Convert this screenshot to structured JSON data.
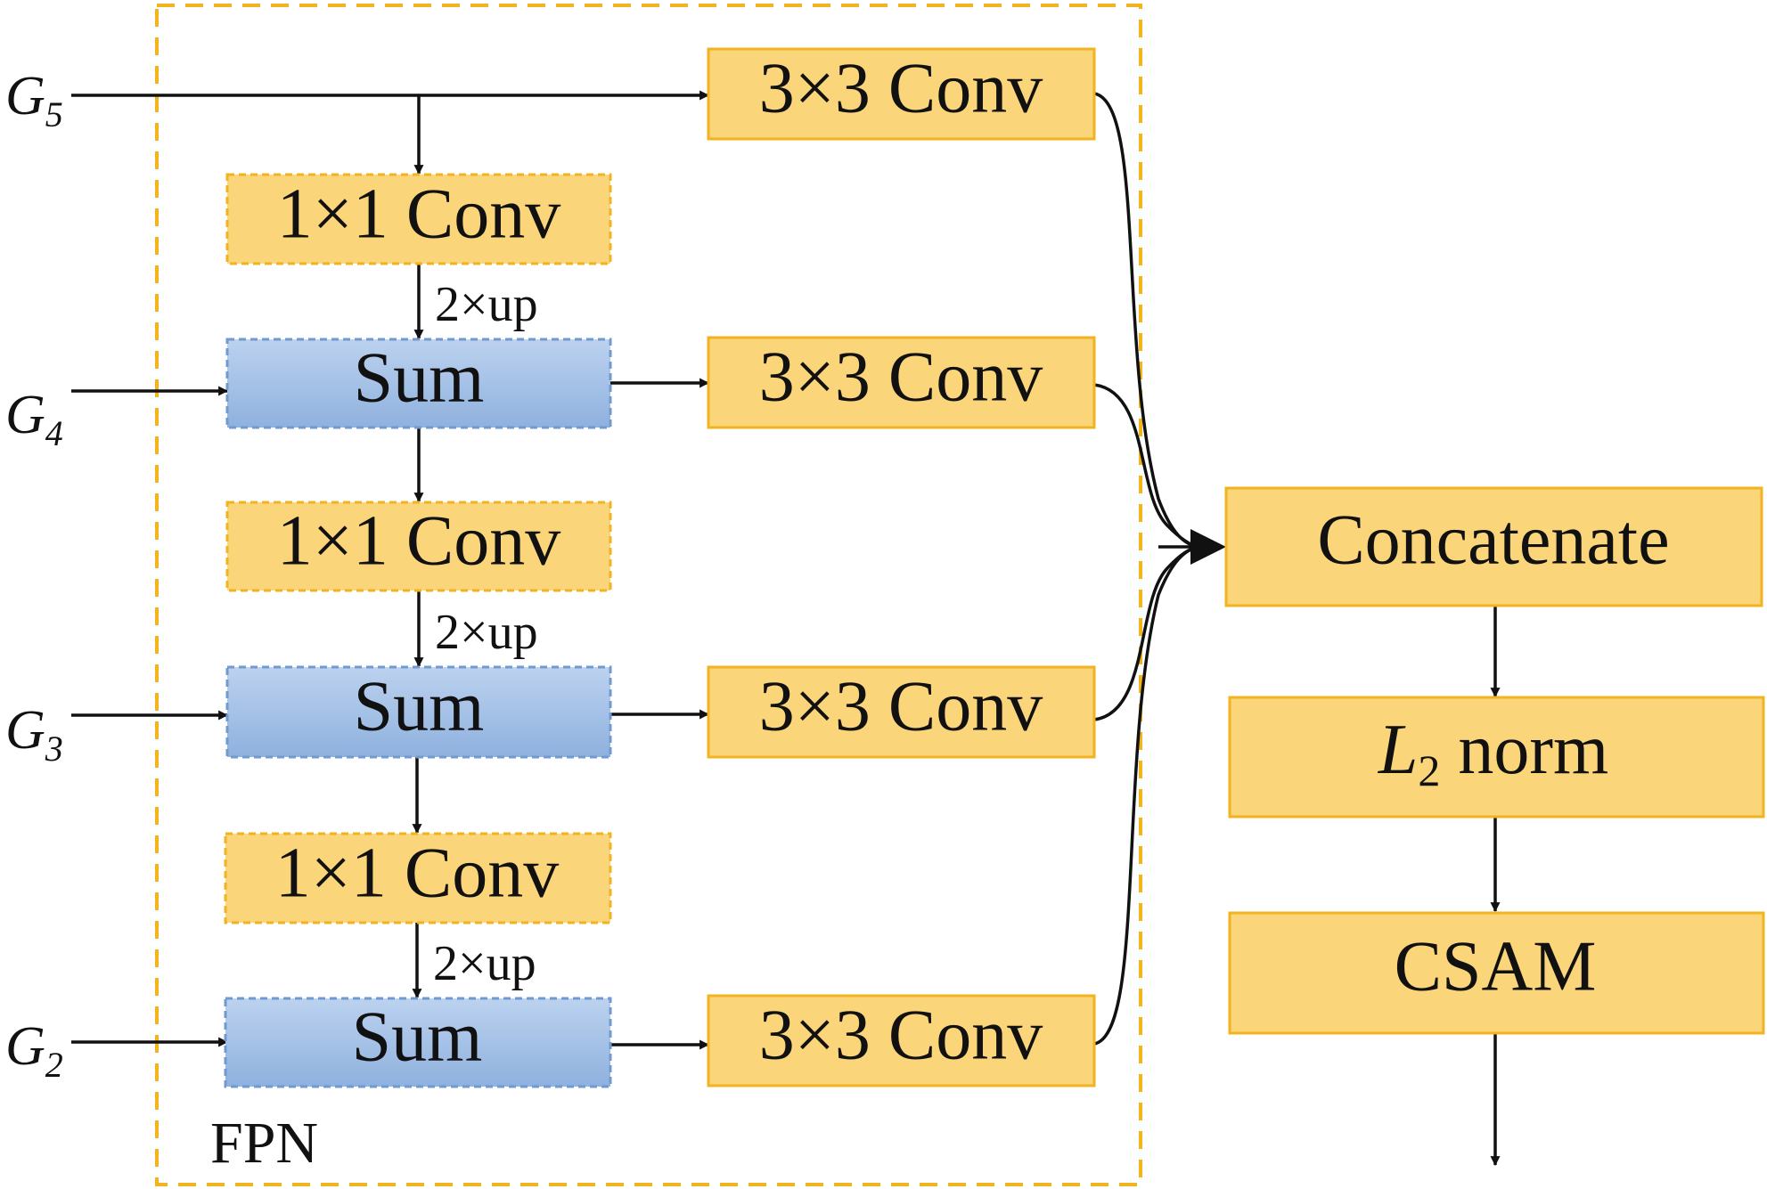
{
  "colors": {
    "orange_fill": "#fbd57a",
    "orange_border": "#f2b320",
    "blue_fill": "#a8c4e6",
    "blue_border": "#6f9ad2",
    "fpn_border": "#f2b320"
  },
  "fpn": {
    "label": "FPN"
  },
  "inputs": [
    {
      "letter": "G",
      "sub": "5"
    },
    {
      "letter": "G",
      "sub": "4"
    },
    {
      "letter": "G",
      "sub": "3"
    },
    {
      "letter": "G",
      "sub": "2"
    }
  ],
  "conv3": [
    "3×3 Conv",
    "3×3 Conv",
    "3×3 Conv",
    "3×3 Conv"
  ],
  "conv1": [
    "1×1 Conv",
    "1×1 Conv",
    "1×1 Conv"
  ],
  "sum": [
    "Sum",
    "Sum",
    "Sum"
  ],
  "upsample": [
    "2×up",
    "2×up",
    "2×up"
  ],
  "head": {
    "concatenate": "Concatenate",
    "norm_letter": "L",
    "norm_sub": "2",
    "norm_word": " norm",
    "csam": "CSAM"
  }
}
